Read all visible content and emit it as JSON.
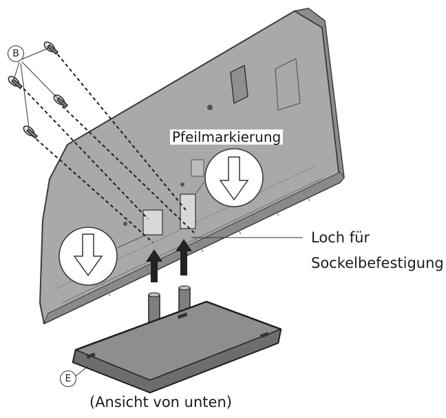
{
  "labels": {
    "arrow_mark": "Pfeilmarkierung",
    "hole_line1": "Loch für",
    "hole_line2": "Sockelbefestigung",
    "view": "(Ansicht von unten)"
  },
  "callouts": {
    "screws": "B",
    "stand": "E"
  },
  "colors": {
    "tv_back": "#a7a7a7",
    "tv_edge": "#7f7f7f",
    "stand_plate": "#8e8e8e",
    "line": "#2b2b2b"
  }
}
